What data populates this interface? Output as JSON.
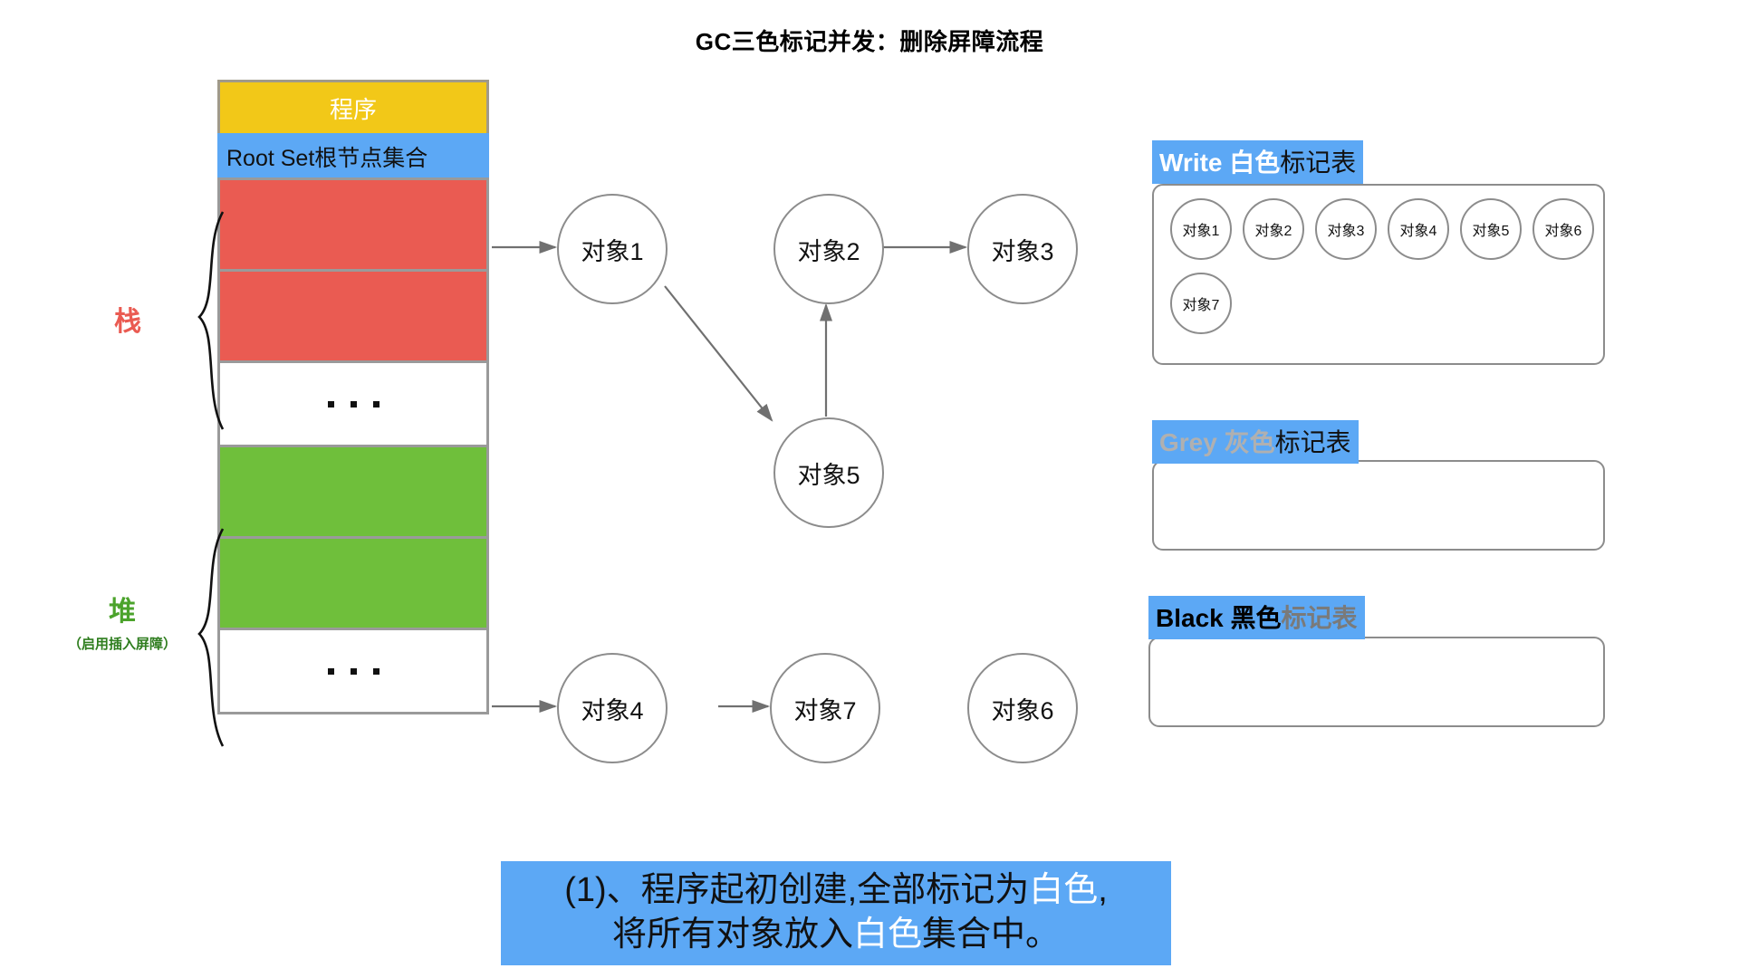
{
  "title": "GC三色标记并发：删除屏障流程",
  "memory": {
    "program_label": "程序",
    "root_set_label": "Root Set根节点集合",
    "ellipsis": "...",
    "stack_label": "栈",
    "heap_label": "堆",
    "heap_sublabel": "（启用插入屏障）",
    "blocks": [
      {
        "kind": "program",
        "color": "#F2C818"
      },
      {
        "kind": "rootset",
        "color": "#5CA8F5"
      },
      {
        "kind": "stack",
        "color": "#EA5B52"
      },
      {
        "kind": "stack",
        "color": "#EA5B52"
      },
      {
        "kind": "ellipsis",
        "color": "#FFFFFF"
      },
      {
        "kind": "heap",
        "color": "#6FBF3B"
      },
      {
        "kind": "heap",
        "color": "#6FBF3B"
      },
      {
        "kind": "ellipsis",
        "color": "#FFFFFF"
      }
    ]
  },
  "graph": {
    "nodes": [
      {
        "id": "o1",
        "label": "对象1"
      },
      {
        "id": "o2",
        "label": "对象2"
      },
      {
        "id": "o3",
        "label": "对象3"
      },
      {
        "id": "o5",
        "label": "对象5"
      },
      {
        "id": "o4",
        "label": "对象4"
      },
      {
        "id": "o7",
        "label": "对象7"
      },
      {
        "id": "o6",
        "label": "对象6"
      }
    ],
    "edges": [
      {
        "from": "root-stack1",
        "to": "o1"
      },
      {
        "from": "o1",
        "to": "o5"
      },
      {
        "from": "o5",
        "to": "o2"
      },
      {
        "from": "o2",
        "to": "o3"
      },
      {
        "from": "root-heap2",
        "to": "o4"
      },
      {
        "from": "o4",
        "to": "o7"
      }
    ]
  },
  "tables": [
    {
      "id": "white",
      "header_en": "Write",
      "header_zh_colored": "白色",
      "header_zh_plain": "标记表",
      "header_en_color": "#ffffff",
      "header_zh_color": "#ffffff",
      "items": [
        "对象1",
        "对象2",
        "对象3",
        "对象4",
        "对象5",
        "对象6",
        "对象7"
      ]
    },
    {
      "id": "grey",
      "header_en": "Grey",
      "header_zh_colored": "灰色",
      "header_zh_plain": "标记表",
      "header_en_color": "#b0b0b0",
      "header_zh_color": "#b0b0b0",
      "items": []
    },
    {
      "id": "black",
      "header_en": "Black",
      "header_zh_colored": "黑色",
      "header_zh_plain": "标记表",
      "header_en_color": "#000000",
      "header_zh_color": "#000000",
      "items": []
    }
  ],
  "caption": {
    "line1_a": "(1)、程序起初创建,全部标记为",
    "line1_hl": "白色",
    "line1_b": ",",
    "line2_a": "将所有对象放入",
    "line2_hl": "白色",
    "line2_b": "集合中。"
  },
  "colors": {
    "accent_blue": "#5CA8F5",
    "stack_red": "#EA5B52",
    "heap_green": "#6FBF3B",
    "program_yellow": "#F2C818",
    "border_grey": "#8c8c8c"
  }
}
